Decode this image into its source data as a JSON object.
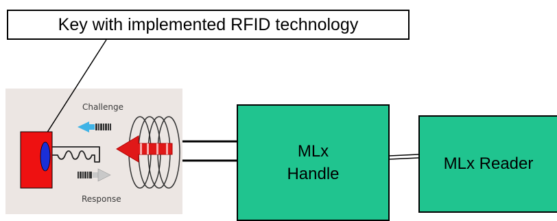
{
  "callout": {
    "text": "Key with implemented RFID technology"
  },
  "inset": {
    "challenge": "Challenge",
    "response": "Response"
  },
  "handle": {
    "line1": "MLx",
    "line2": "Handle"
  },
  "reader": {
    "text": "MLx Reader"
  },
  "colors": {
    "block_fill": "#20c48f",
    "key_red": "#ee1111",
    "key_blue": "#1a2fd8",
    "challenge_arrow": "#3fb3e6",
    "response_arrow": "#c9c9c9",
    "field_arrow": "#e01818",
    "inset_bg": "#ece6e3"
  }
}
